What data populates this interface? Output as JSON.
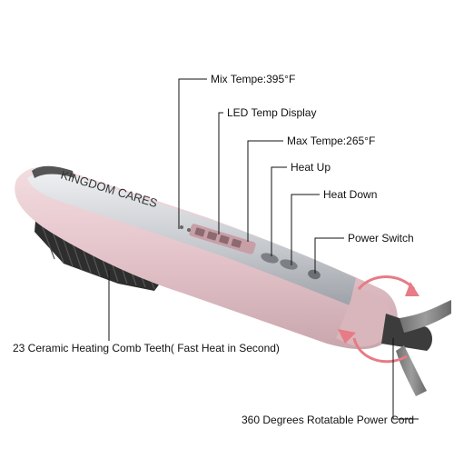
{
  "product": {
    "brand_print": "KINGDOM CARES",
    "colors": {
      "body_pink": "#e7c9cf",
      "panel_silver": "#c9ccd1",
      "bristles": "#2b2b2b",
      "arrow_pink": "#e77b86",
      "cord_grey": "#8c8c8c"
    }
  },
  "labels": {
    "max_temp_high": "Mix Tempe:395°F",
    "led_display": "LED Temp Display",
    "max_temp_low": "Max Tempe:265°F",
    "heat_up": "Heat Up",
    "heat_down": "Heat Down",
    "power_switch": "Power Switch",
    "comb_teeth": "23 Ceramic Heating Comb Teeth( Fast Heat in Second)",
    "power_cord": "360 Degrees Rotatable Power Cord"
  }
}
